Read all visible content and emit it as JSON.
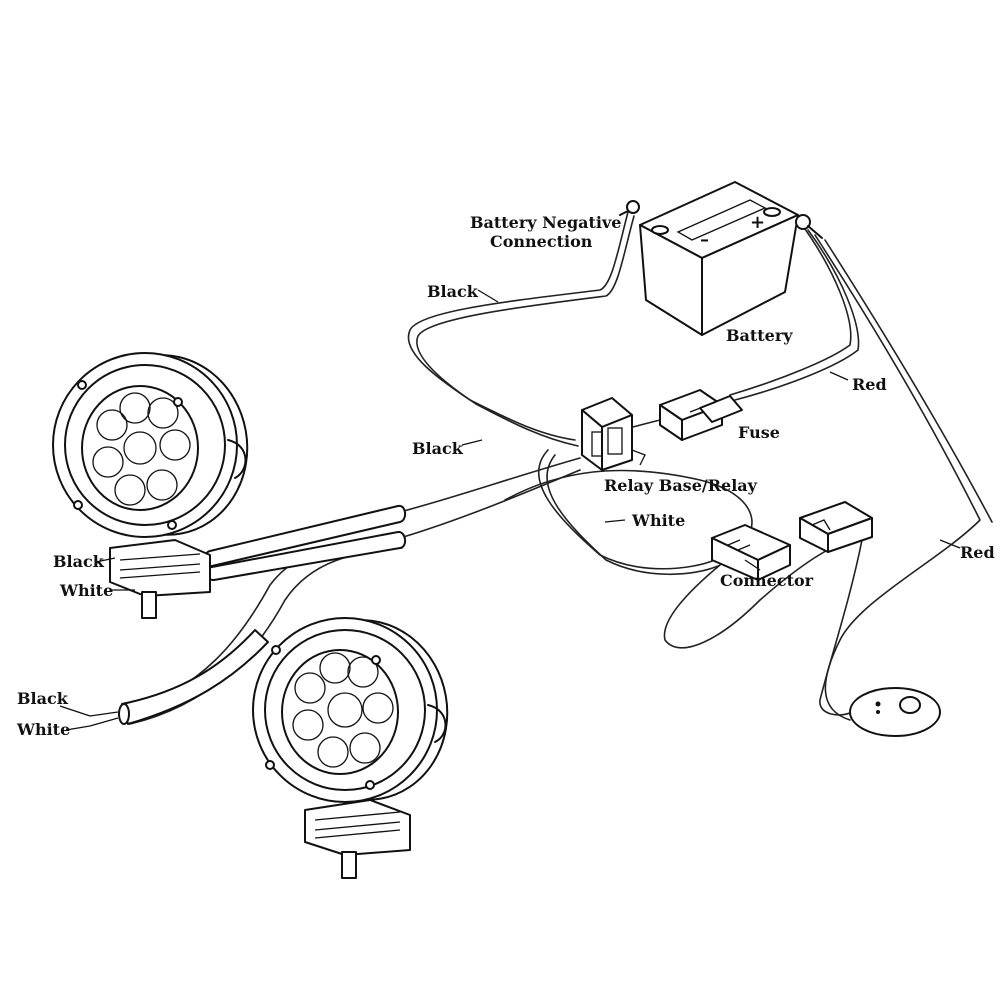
{
  "labels": {
    "battery_negative_line1": "Battery Negative",
    "battery_negative_line2": "Connection",
    "black_top": "Black",
    "battery": "Battery",
    "red_upper": "Red",
    "fuse": "Fuse",
    "black_mid": "Black",
    "relay": "Relay Base/Relay",
    "white_mid": "White",
    "connector": "Connector",
    "red_lower": "Red",
    "black_lamp": "Black",
    "white_lamp": "White",
    "black_end": "Black",
    "white_end": "White"
  },
  "battery_terminals": {
    "negative": "–",
    "positive": "+"
  },
  "colors": {
    "line": "#111111",
    "background": "#ffffff"
  }
}
